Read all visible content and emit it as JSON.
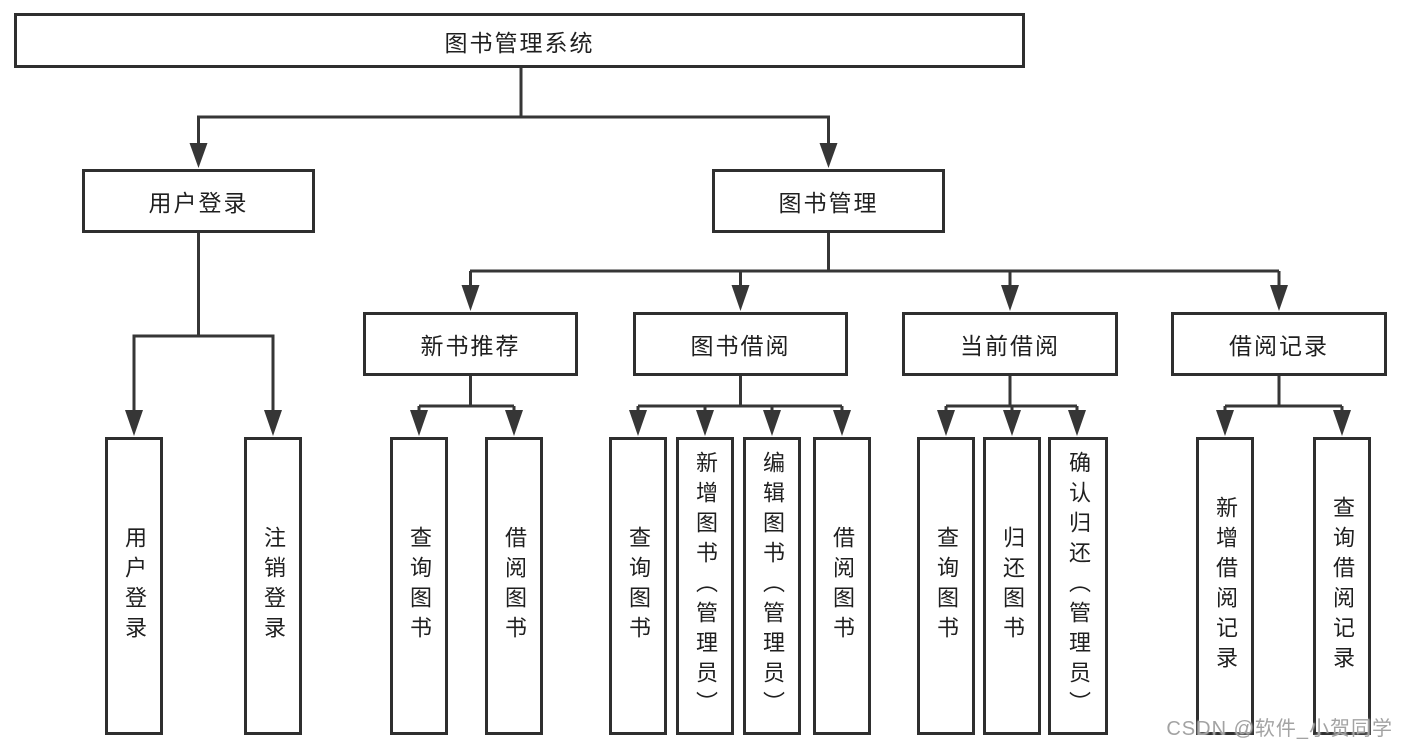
{
  "colors": {
    "line": "#363636",
    "box_border": "#2f2f2f",
    "text": "#1f1f1f",
    "watermark": "#a3a3a3",
    "background": "#ffffff"
  },
  "tree": {
    "root": {
      "label": "图书管理系统",
      "children": [
        {
          "label": "用户登录",
          "children": [
            {
              "label": "用户登录"
            },
            {
              "label": "注销登录"
            }
          ]
        },
        {
          "label": "图书管理",
          "children": [
            {
              "label": "新书推荐",
              "children": [
                {
                  "label": "查询图书"
                },
                {
                  "label": "借阅图书"
                }
              ]
            },
            {
              "label": "图书借阅",
              "children": [
                {
                  "label": "查询图书"
                },
                {
                  "label": "新增图书（管理员）"
                },
                {
                  "label": "编辑图书（管理员）"
                },
                {
                  "label": "借阅图书"
                }
              ]
            },
            {
              "label": "当前借阅",
              "children": [
                {
                  "label": "查询图书"
                },
                {
                  "label": "归还图书"
                },
                {
                  "label": "确认归还（管理员）"
                }
              ]
            },
            {
              "label": "借阅记录",
              "children": [
                {
                  "label": "新增借阅记录"
                },
                {
                  "label": "查询借阅记录"
                }
              ]
            }
          ]
        }
      ]
    }
  },
  "watermark": "CSDN @软件_小贺同学"
}
